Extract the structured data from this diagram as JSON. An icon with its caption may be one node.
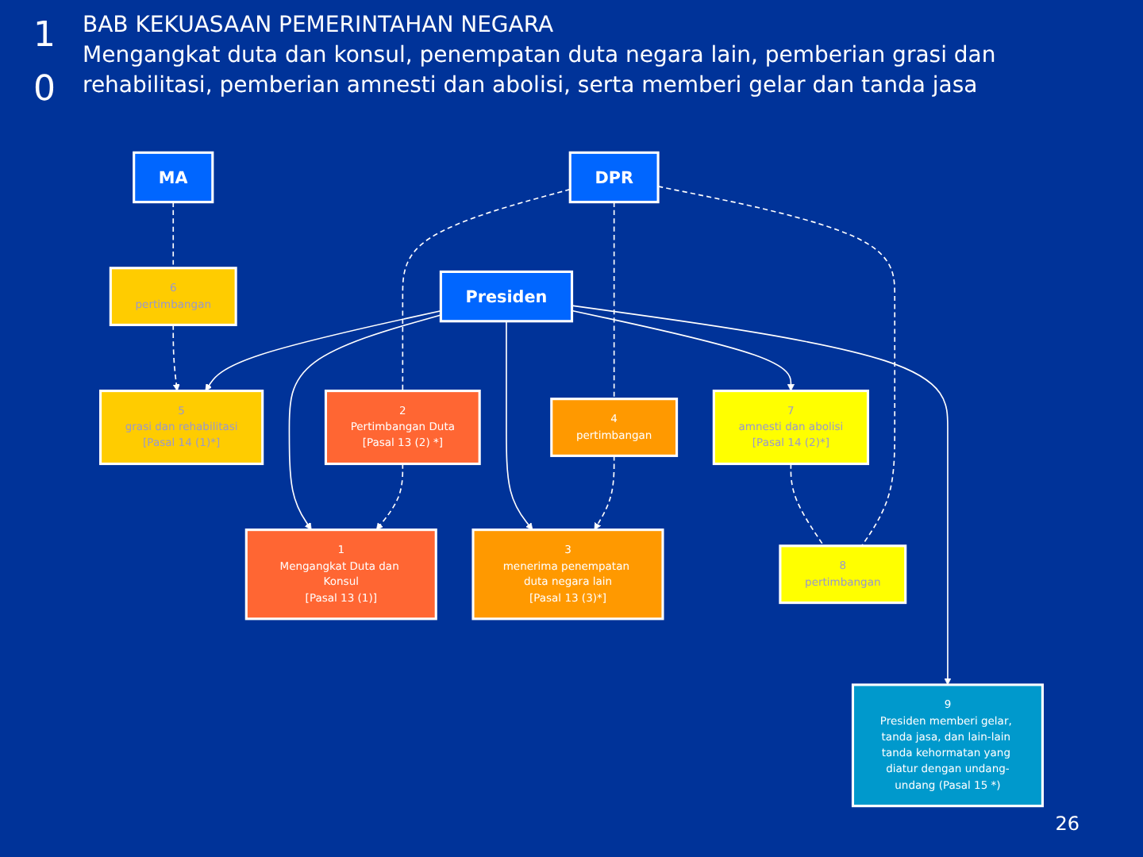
{
  "diagram": {
    "title": "BAB KEKUASAAN  PEMERINTAHAN NEGARA",
    "nodes": [
      {
        "text": [
          "6",
          "pertimbangan"
        ]
      },
      {
        "text": [
          "5",
          "grasi dan rehabilitasi",
          "[Pasal 14 (1)*]"
        ]
      },
      {
        "text": [
          "MA"
        ]
      },
      {
        "text": [
          "Presiden"
        ]
      },
      {
        "text": [
          "DPR"
        ]
      },
      {
        "text": [
          "7",
          "amnesti dan abolisi",
          "[Pasal 14 (2)*]"
        ]
      },
      {
        "text": [
          "1",
          "Mengangkat Duta dan Konsul",
          "[Pasal 13 (1)]"
        ]
      },
      {
        "text": [
          "2",
          "Pertimbangan Duta",
          "[Pasal 13 (2) *]"
        ]
      },
      {
        "text": [
          "3",
          "menerima penempatan duta negara lain",
          "[Pasal 13 (3)*]"
        ]
      },
      {
        "text": [
          "4",
          "pertimbangan"
        ]
      },
      {
        "text": [
          "8",
          "pertimbangan"
        ]
      },
      {
        "text": [
          "9",
          "Presiden memberi gelar, tanda jasa, dan lain-lain tanda kehormatan yang diatur dengan undang-undang (Pasal 15 *)"
        ]
      }
    ],
    "edges": [
      {
        "from": 2,
        "to": 0,
        "arrow": "none",
        "style": "dashed"
      },
      {
        "from": 0,
        "to": 1,
        "arrow": "to",
        "style": "dashed"
      },
      {
        "from": 3,
        "to": 1,
        "arrow": "to"
      },
      {
        "from": 3,
        "to": 5,
        "arrow": "to"
      },
      {
        "from": 3,
        "to": 6,
        "arrow": "to"
      },
      {
        "from": 3,
        "to": 8,
        "arrow": "to"
      },
      {
        "from": 3,
        "to": 11,
        "arrow": "to"
      },
      {
        "from": 4,
        "to": 7,
        "arrow": "none",
        "style": "dashed"
      },
      {
        "from": 7,
        "to": 6,
        "arrow": "to",
        "style": "dashed"
      },
      {
        "from": 4,
        "to": 9,
        "arrow": "none",
        "style": "dashed"
      },
      {
        "from": 9,
        "to": 8,
        "arrow": "to",
        "style": "dashed"
      },
      {
        "from": 5,
        "to": 10,
        "arrow": "none",
        "style": "dashed"
      },
      {
        "from": 4,
        "to": 10,
        "arrow": "none",
        "style": "dashed"
      }
    ],
    "labels": [
      "1",
      "0",
      "Mengangkat duta dan konsul, penempatan duta negara lain, pemberian grasi dan rehabilitasi, pemberian amnesti dan abolisi,  serta memberi gelar dan tanda jasa",
      "26"
    ]
  }
}
